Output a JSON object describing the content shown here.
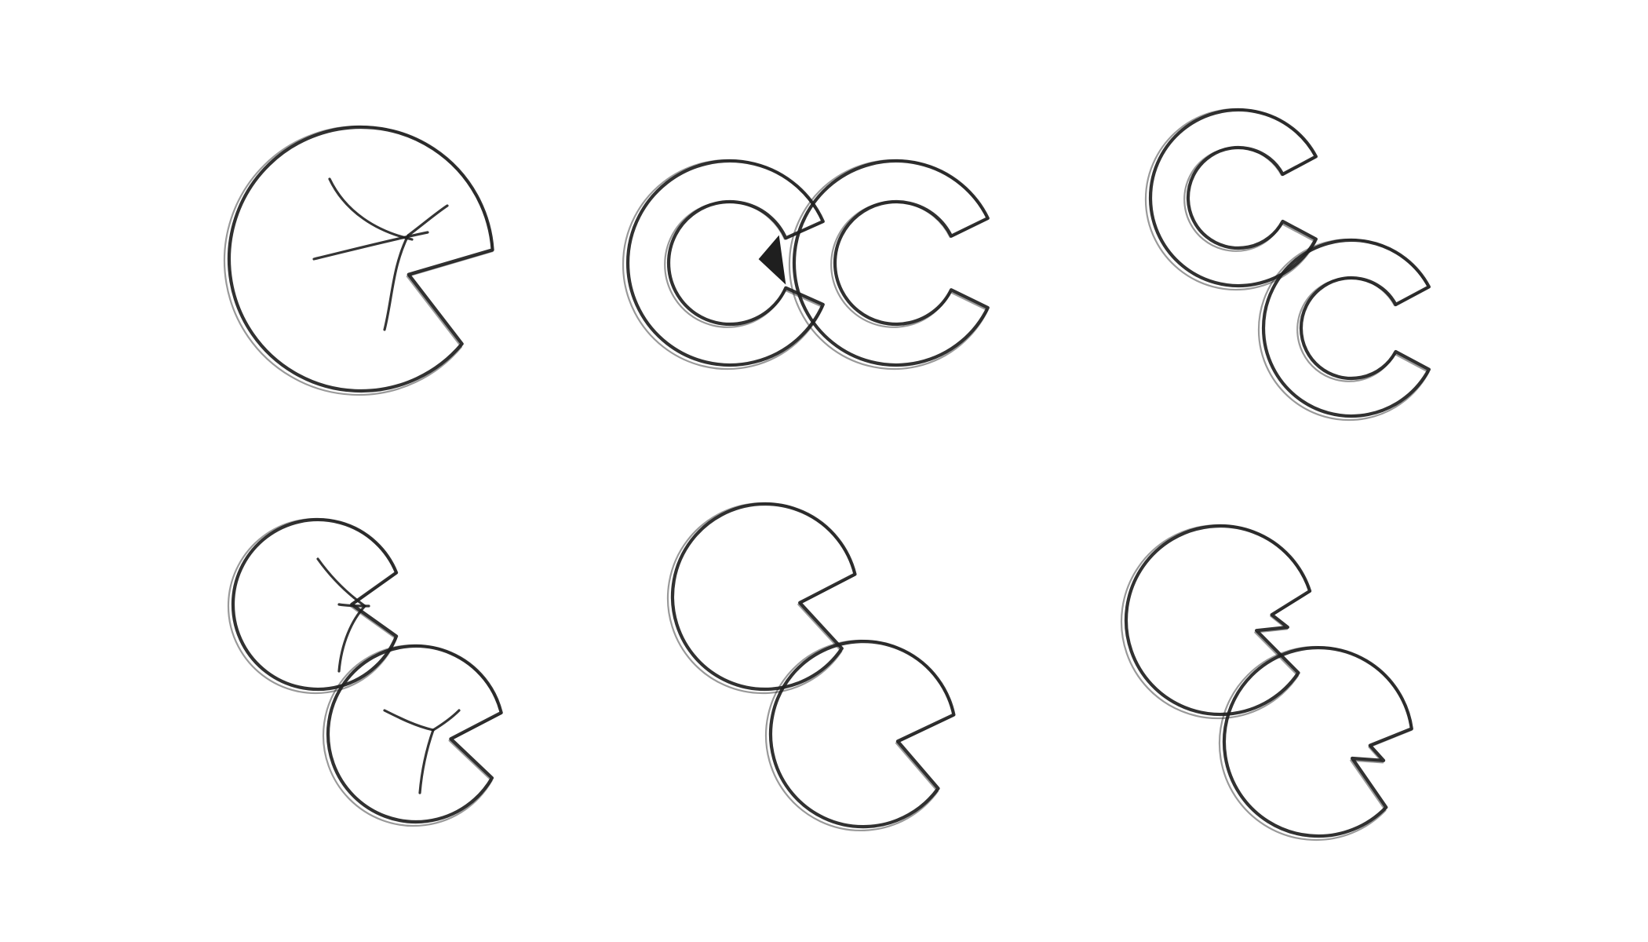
{
  "canvas": {
    "background": "#ffffff",
    "ink": "#1f1f1f"
  },
  "sketches": [
    {
      "name": "single-leaf-with-veins"
    },
    {
      "name": "two-open-rings-side-by-side"
    },
    {
      "name": "two-open-rings-stacked-diagonal"
    },
    {
      "name": "two-overlapping-leaves-with-veins"
    },
    {
      "name": "two-notched-circles-diagonal"
    },
    {
      "name": "two-notched-circles-diagonal-variant"
    }
  ]
}
